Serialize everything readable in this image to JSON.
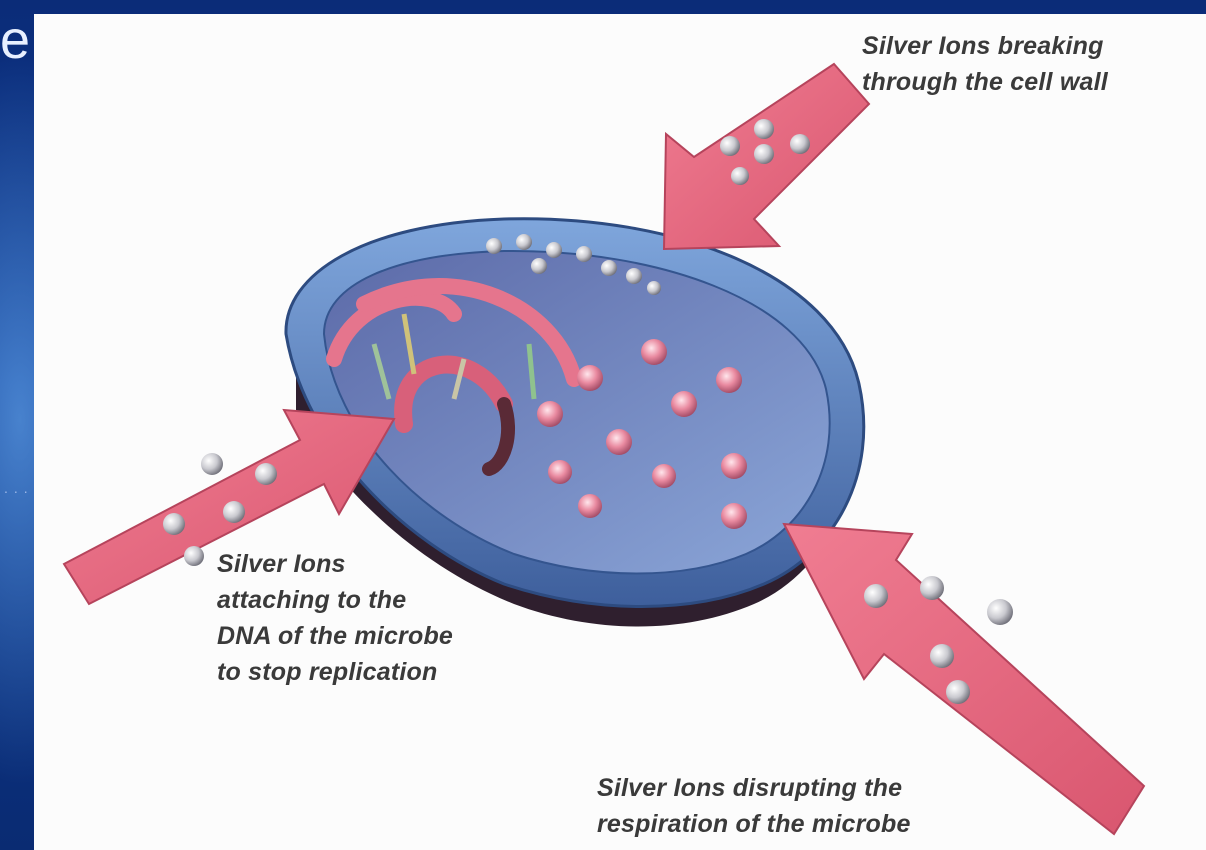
{
  "background": {
    "accent_color": "#0c2a6b",
    "corner_letter": "e",
    "side_dots": "..."
  },
  "diagram": {
    "subject": "silver-ion-antimicrobial-action",
    "colors": {
      "arrow": "#e8697e",
      "cell_wall": "#5f86c4",
      "cell_interior": "#7a96cc",
      "cell_base": "#3a2838",
      "ion": "#cfcfd4",
      "label_text": "#3a3a3a"
    },
    "labels": {
      "cell_wall": [
        "Silver Ions breaking",
        "through the cell wall"
      ],
      "dna": [
        "Silver Ions",
        "attaching to the",
        "DNA of the microbe",
        "to stop replication"
      ],
      "respiration": [
        "Silver Ions disrupting the",
        "respiration of the microbe"
      ]
    }
  }
}
